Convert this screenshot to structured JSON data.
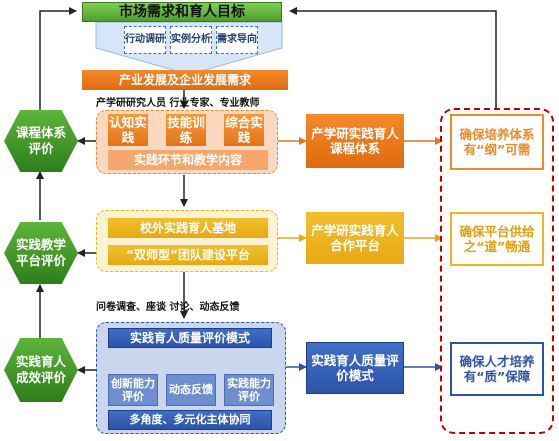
{
  "top": {
    "title": "市场需求和育人目标",
    "methods": [
      "行动调研",
      "实例分析",
      "需求导向"
    ]
  },
  "industry": {
    "title": "产业发展及企业发展需求"
  },
  "labels": {
    "participants": "产学研研究人员   行业专家、专业教师",
    "feedback": "问卷调查、座谈  讨论、动态反馈"
  },
  "group1": {
    "items": [
      "认知实践",
      "技能训练",
      "综合实践"
    ],
    "bottom": "实践环节和教学内容",
    "result": "产学研实践育人课程体系",
    "goal": "确保培养体系有“纲”可需"
  },
  "group2": {
    "items": [
      "校外实践育人基地",
      "“双师型”团队建设平台"
    ],
    "result": "产学研实践育人合作平台",
    "goal": "确保平台供给之“道”畅通"
  },
  "group3": {
    "title": "实践育人质量评价模式",
    "items": [
      "创新能力评价",
      "动态反馈",
      "实践能力评价"
    ],
    "bottom": "多角度、多元化主体协同",
    "result": "实践育人质量评价模式",
    "goal": "确保人才培养有“质”保障"
  },
  "hexagons": [
    "课程体系评价",
    "实践教学平台评价",
    "实践育人成效评价"
  ],
  "colors": {
    "green": "#4f9d2a",
    "orange": "#e3741a",
    "yellow": "#e7a915",
    "blue": "#2d54a8",
    "red": "#c00000"
  }
}
